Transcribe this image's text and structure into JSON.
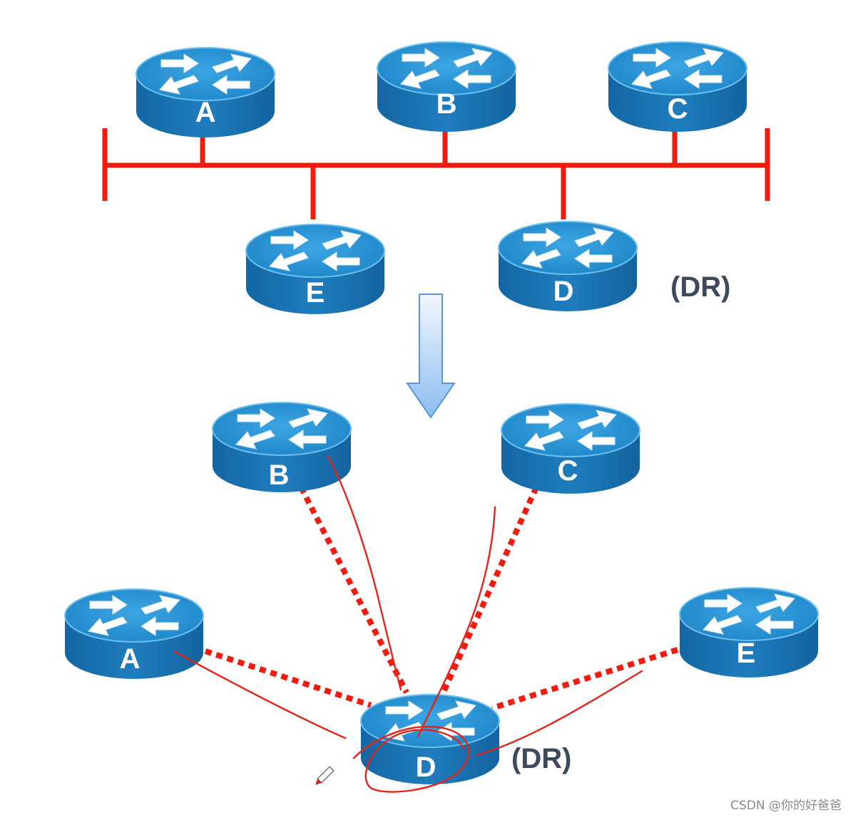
{
  "colors": {
    "router_top": "#2b92d2",
    "router_side": "#1a6fac",
    "router_rim": "#5cb4e6",
    "bus_line": "#ef1c12",
    "dotted_link": "#ef1c12",
    "annotation_ink": "#e2241a",
    "arrow_fill_top": "#f2f7ff",
    "arrow_fill_bottom": "#8bbcef",
    "dr_text": "#3c4a5c"
  },
  "icons": [
    "router-icon",
    "down-arrow-icon",
    "pen-cursor-icon"
  ],
  "top_network": {
    "routers": [
      {
        "id": "A",
        "label": "A"
      },
      {
        "id": "B",
        "label": "B"
      },
      {
        "id": "C",
        "label": "C"
      },
      {
        "id": "E",
        "label": "E"
      },
      {
        "id": "D",
        "label": "D"
      }
    ],
    "dr_note": "(DR)"
  },
  "bottom_network": {
    "routers": [
      {
        "id": "B",
        "label": "B"
      },
      {
        "id": "C",
        "label": "C"
      },
      {
        "id": "A",
        "label": "A"
      },
      {
        "id": "E",
        "label": "E"
      },
      {
        "id": "D",
        "label": "D"
      }
    ],
    "dr_note": "(DR)"
  },
  "watermark": "CSDN @你的好爸爸"
}
